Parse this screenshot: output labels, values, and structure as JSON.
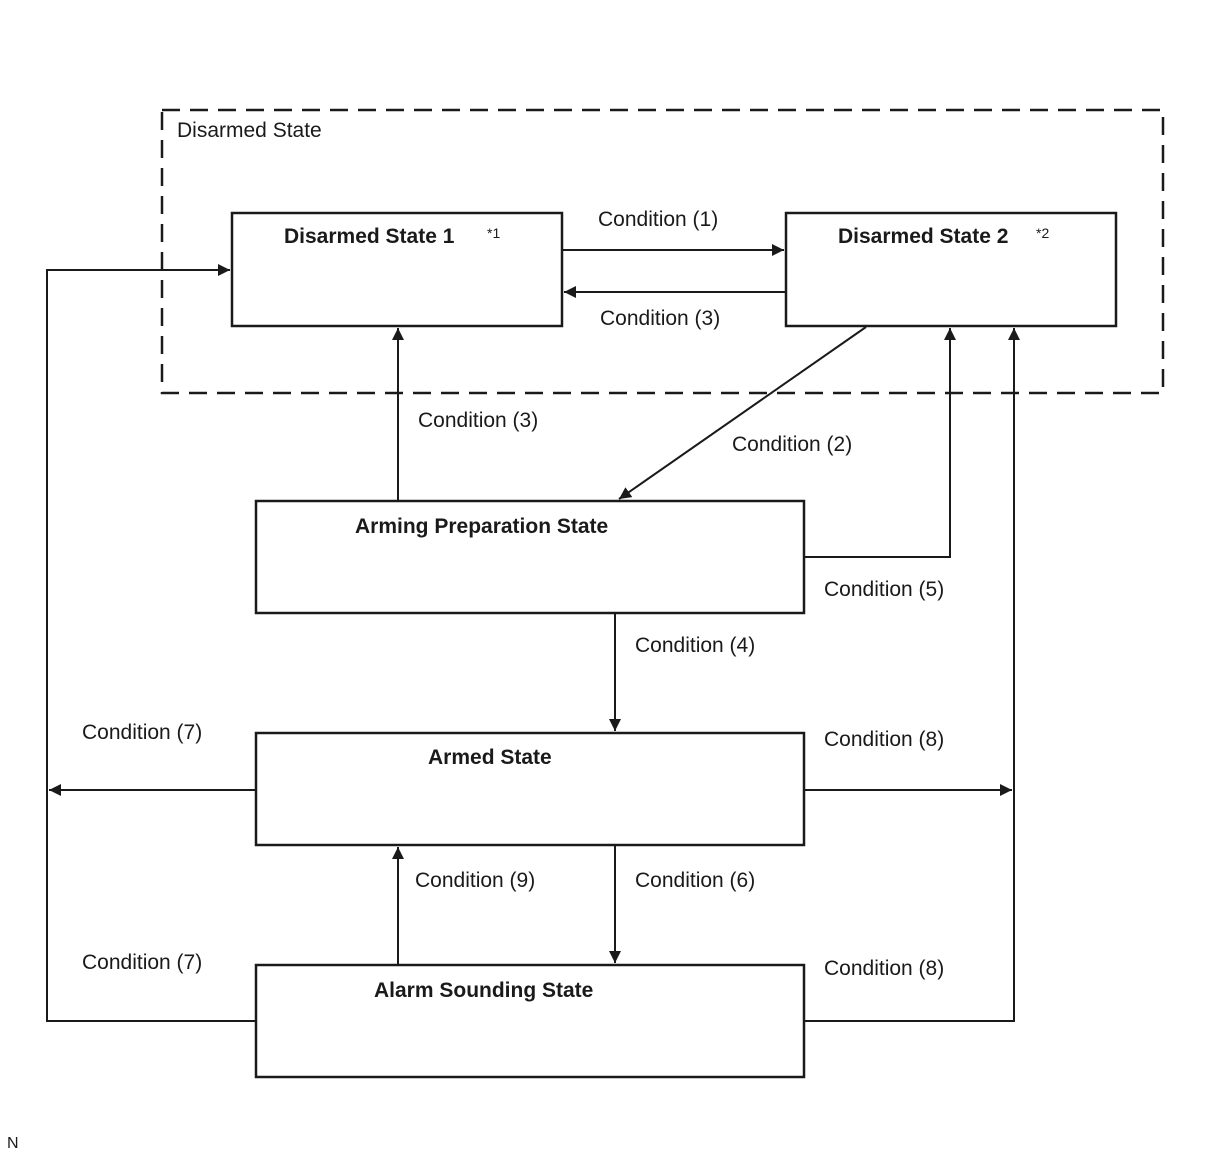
{
  "group": {
    "label": "Disarmed State"
  },
  "states": {
    "disarmed1": {
      "title": "Disarmed State 1",
      "note": "*1"
    },
    "disarmed2": {
      "title": "Disarmed State 2",
      "note": "*2"
    },
    "arming_prep": {
      "title": "Arming Preparation State"
    },
    "armed": {
      "title": "Armed State"
    },
    "alarm": {
      "title": "Alarm Sounding State"
    }
  },
  "conditions": {
    "c1": "Condition (1)",
    "c3_top": "Condition (3)",
    "c3_left": "Condition (3)",
    "c2": "Condition (2)",
    "c5": "Condition (5)",
    "c4": "Condition (4)",
    "c7_upper": "Condition (7)",
    "c8_upper": "Condition (8)",
    "c9": "Condition (9)",
    "c6": "Condition (6)",
    "c7_lower": "Condition (7)",
    "c8_lower": "Condition (8)"
  },
  "footer": {
    "code": "N"
  },
  "colors": {
    "line": "#1a1a1a",
    "background": "#ffffff"
  }
}
